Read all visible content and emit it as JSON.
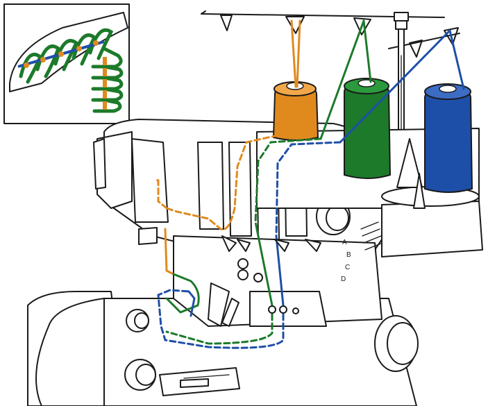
{
  "colors": {
    "looper_upper": "#E08A1E",
    "looper_lower": "#1C7A2A",
    "needle": "#1E4FA8",
    "outline": "#1a1a1a",
    "background": "#ffffff"
  },
  "threads": [
    {
      "name": "orange",
      "color": "#E08A1E"
    },
    {
      "name": "green",
      "color": "#1C7A2A"
    },
    {
      "name": "blue",
      "color": "#1E4FA8"
    }
  ],
  "dial_labels": {
    "a": "A",
    "b": "B",
    "c": "C",
    "d": "D"
  },
  "inset": {
    "description_icon": "stitch-detail-icon"
  }
}
